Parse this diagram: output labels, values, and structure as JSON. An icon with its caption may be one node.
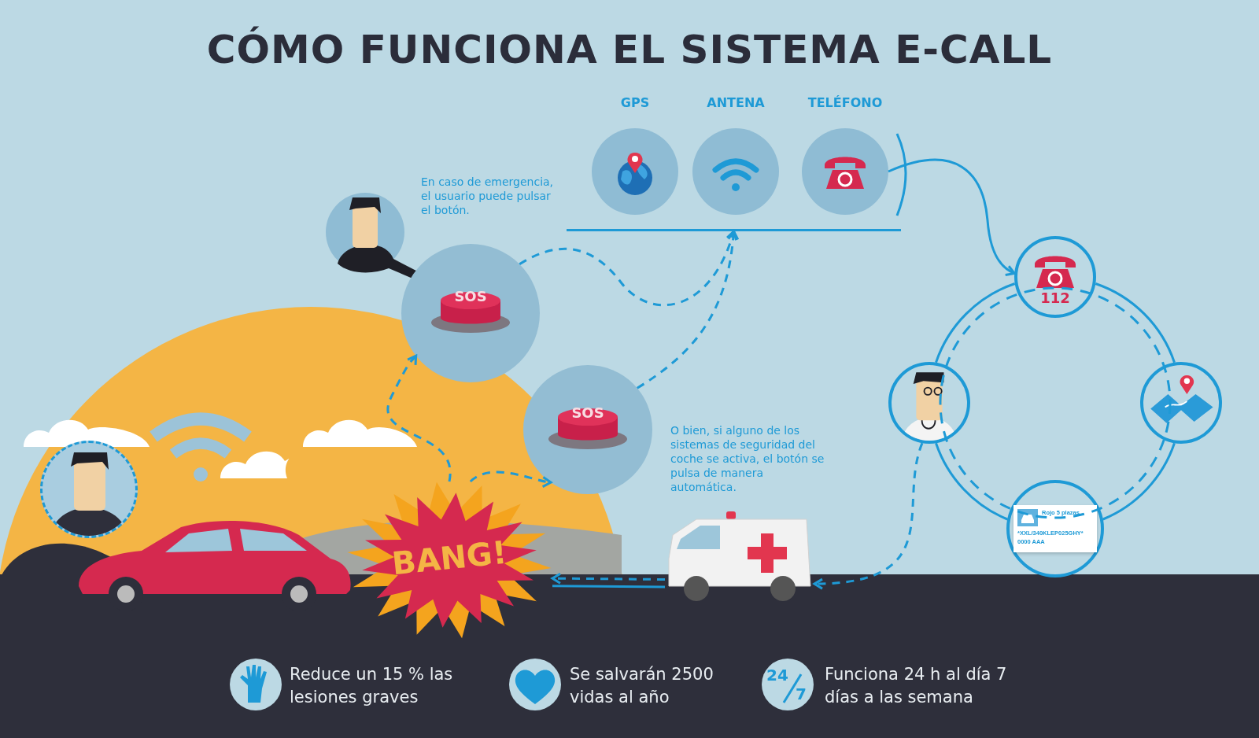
{
  "diagram": {
    "title": "CÓMO FUNCIONA EL SISTEMA E-CALL",
    "nodes": [
      {
        "text": [
          "GPS"
        ]
      },
      {
        "text": [
          "ANTENA"
        ]
      },
      {
        "text": [
          "TELÉFONO"
        ]
      },
      {
        "text": [],
        "shape": "bar"
      },
      {
        "text": [
          "SOS"
        ]
      },
      {
        "text": [
          "112"
        ]
      },
      {
        "text": [],
        "shape": "picture"
      },
      {
        "text": [],
        "shape": "picture"
      },
      {
        "text": [
          "SOS"
        ]
      },
      {
        "text": [
          "BANG!"
        ]
      },
      {
        "text": [],
        "shape": "picture"
      },
      {
        "text": [
          "Rojo 5 plazas",
          "*XXL/340KLEP025GHY*",
          "0000 AAA"
        ]
      }
    ],
    "edges": [
      {
        "from": 9,
        "to": 4,
        "arrow": "to",
        "style": "dashed"
      },
      {
        "from": 9,
        "to": 8,
        "arrow": "to",
        "style": "dashed"
      },
      {
        "from": 4,
        "to": 3,
        "arrow": "to",
        "style": "dashed"
      },
      {
        "from": 8,
        "to": 3,
        "arrow": "to",
        "style": "dashed"
      },
      {
        "from": 2,
        "to": 5,
        "arrow": "to"
      },
      {
        "from": 5,
        "to": 7,
        "arrow": "none"
      },
      {
        "from": 7,
        "to": 11,
        "arrow": "none"
      },
      {
        "from": 11,
        "to": 6,
        "arrow": "none"
      },
      {
        "from": 6,
        "to": 5,
        "arrow": "none"
      },
      {
        "from": 6,
        "to": 10,
        "arrow": "to",
        "style": "dashed"
      },
      {
        "from": 10,
        "to": 9,
        "arrow": "to",
        "style": "dashed"
      },
      {
        "from": 10,
        "to": 9,
        "arrow": "none"
      }
    ],
    "labels": [
      "En caso de emergencia, el usuario puede pulsar el botón.",
      "O bien, si alguno de los sistemas de seguridad del coche se activa, el botón se pulsa de manera automática.",
      "Reduce un 15 % las lesiones graves",
      "Se salvarán 2500 vidas al año",
      "24",
      "7",
      "Funciona 24 h al día 7 días a las semana"
    ]
  }
}
